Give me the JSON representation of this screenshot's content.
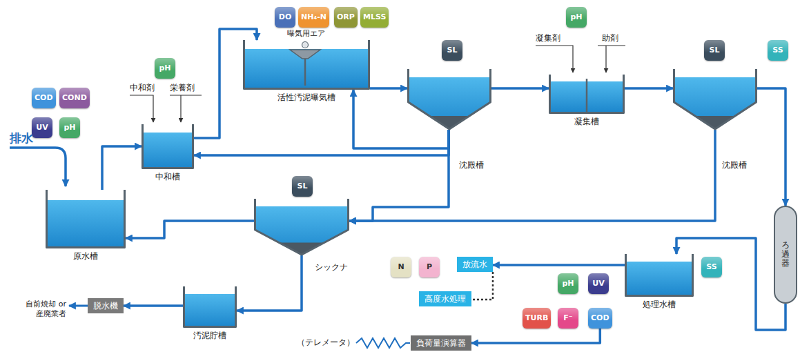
{
  "diagram": {
    "nodes": [
      {
        "text": [
          "原水槽"
        ]
      },
      {
        "text": [
          "中和槽"
        ]
      },
      {
        "text": [
          "活性汚泥曝気槽"
        ]
      },
      {
        "text": [
          "沈殿槽"
        ]
      },
      {
        "text": [
          "凝集槽"
        ]
      },
      {
        "text": [
          "沈殿槽"
        ]
      },
      {
        "text": [
          "ろ過器"
        ]
      },
      {
        "text": [
          "処理水槽"
        ]
      },
      {
        "text": [
          "放流水"
        ]
      },
      {
        "text": [
          "高度水処理"
        ]
      },
      {
        "text": [
          "シックナ"
        ]
      },
      {
        "text": [
          "汚泥貯槽"
        ]
      },
      {
        "text": [
          "脱水機"
        ]
      },
      {
        "text": [
          "負荷量演算器"
        ]
      },
      {
        "text": [
          "COD"
        ]
      },
      {
        "text": [
          "COND"
        ]
      },
      {
        "text": [
          "UV"
        ]
      },
      {
        "text": [
          "pH"
        ]
      },
      {
        "text": [
          "pH"
        ]
      },
      {
        "text": [
          "DO"
        ]
      },
      {
        "text": [
          "NH₄-N"
        ]
      },
      {
        "text": [
          "ORP"
        ]
      },
      {
        "text": [
          "MLSS"
        ]
      },
      {
        "text": [
          "SL"
        ]
      },
      {
        "text": [
          "pH"
        ]
      },
      {
        "text": [
          "SL"
        ]
      },
      {
        "text": [
          "SS"
        ]
      },
      {
        "text": [
          "SL"
        ]
      },
      {
        "text": [
          "SS"
        ]
      },
      {
        "text": [
          "N"
        ]
      },
      {
        "text": [
          "P"
        ]
      },
      {
        "text": [
          "pH"
        ]
      },
      {
        "text": [
          "UV"
        ]
      },
      {
        "text": [
          "TURB"
        ]
      },
      {
        "text": [
          "F⁻"
        ]
      },
      {
        "text": [
          "COD"
        ]
      }
    ],
    "edges": [
      {
        "from": 0,
        "to": 1,
        "arrow": "to"
      },
      {
        "from": 1,
        "to": 2,
        "arrow": "to"
      },
      {
        "from": 2,
        "to": 3,
        "arrow": "to"
      },
      {
        "from": 3,
        "to": 4,
        "arrow": "to"
      },
      {
        "from": 4,
        "to": 5,
        "arrow": "to"
      },
      {
        "from": 5,
        "to": 6,
        "arrow": "to"
      },
      {
        "from": 6,
        "to": 7,
        "arrow": "to"
      },
      {
        "from": 7,
        "to": 8,
        "arrow": "to"
      },
      {
        "from": 8,
        "to": 9,
        "arrow": "none"
      },
      {
        "from": 3,
        "to": 2,
        "arrow": "to"
      },
      {
        "from": 3,
        "to": 1,
        "arrow": "to"
      },
      {
        "from": 3,
        "to": 10,
        "arrow": "to"
      },
      {
        "from": 5,
        "to": 10,
        "arrow": "to"
      },
      {
        "from": 10,
        "to": 0,
        "arrow": "to"
      },
      {
        "from": 10,
        "to": 11,
        "arrow": "to"
      },
      {
        "from": 11,
        "to": 12,
        "arrow": "to"
      },
      {
        "from": 35,
        "to": 13,
        "arrow": "to"
      }
    ],
    "labels": [
      "排水",
      "中和剤",
      "栄養剤",
      "曝気用エア",
      "凝集剤",
      "助剤",
      "自前焼却 or 産廃業者",
      "（テレメータ）"
    ]
  }
}
